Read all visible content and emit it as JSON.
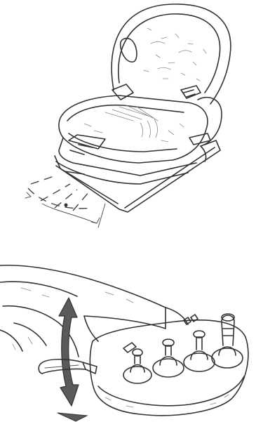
{
  "figures": [
    {
      "id": "seat",
      "icons": [
        "seat-tilt-illustration",
        "seat-slide-arc-indicator"
      ]
    },
    {
      "id": "armrest",
      "icons": [
        "armrest-control-console-illustration",
        "armrest-tilt-double-arrow",
        "armrest-adjust-lever"
      ]
    }
  ],
  "colors": {
    "ink": "#333333",
    "arrow": "#555555",
    "background": "#ffffff"
  }
}
